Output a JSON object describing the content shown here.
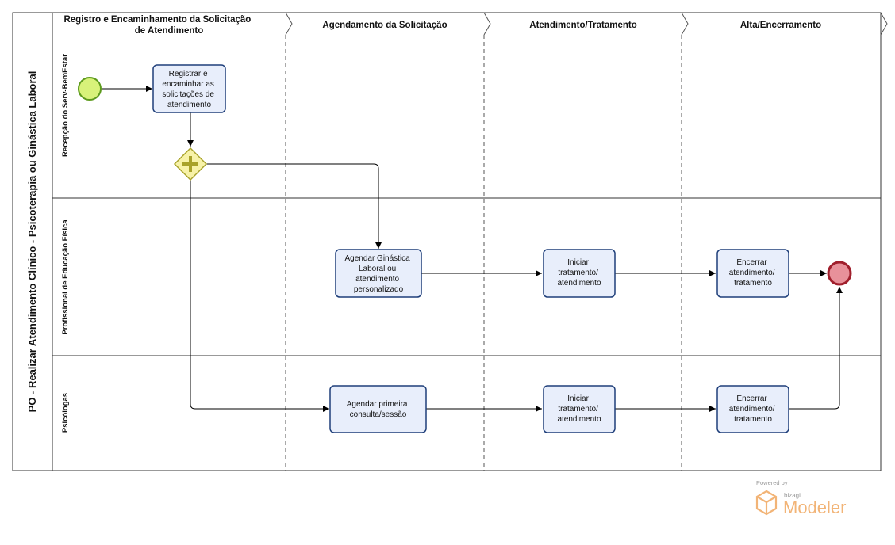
{
  "pool": {
    "title": "PO -   Realizar Atendimento Clínico - Psicoterapia ou Ginástica Laboral"
  },
  "lanes": [
    {
      "id": "recepcao",
      "label": "Recepção do Serv-BemEstar"
    },
    {
      "id": "educacao",
      "label": "Profissional de Educação Física"
    },
    {
      "id": "psicologos",
      "label": "Psicólogas"
    }
  ],
  "phases": [
    {
      "id": "registro",
      "lines": [
        "Registro e Encaminhamento da      Solicitação",
        "de Atendimento"
      ]
    },
    {
      "id": "agendamento",
      "lines": [
        "Agendamento da Solicitação"
      ]
    },
    {
      "id": "atendimento",
      "lines": [
        "Atendimento/Tratamento"
      ]
    },
    {
      "id": "alta",
      "lines": [
        "Alta/Encerramento"
      ]
    }
  ],
  "tasks": [
    {
      "id": "registrar",
      "lane": "recepcao",
      "lines": [
        "Registrar e",
        "encaminhar as",
        "solicitações de",
        "atendimento"
      ]
    },
    {
      "id": "agendar-ginastica",
      "lane": "educacao",
      "lines": [
        "Agendar Ginástica",
        "Laboral ou",
        "atendimento",
        "personalizado"
      ]
    },
    {
      "id": "iniciar-1",
      "lane": "educacao",
      "lines": [
        "Iniciar",
        "tratamento/",
        "atendimento"
      ]
    },
    {
      "id": "encerrar-1",
      "lane": "educacao",
      "lines": [
        "Encerrar",
        "atendimento/",
        "tratamento"
      ]
    },
    {
      "id": "agendar-consulta",
      "lane": "psicologos",
      "lines": [
        "Agendar primeira",
        "consulta/sessão"
      ]
    },
    {
      "id": "iniciar-2",
      "lane": "psicologos",
      "lines": [
        "Iniciar",
        "tratamento/",
        "atendimento"
      ]
    },
    {
      "id": "encerrar-2",
      "lane": "psicologos",
      "lines": [
        "Encerrar",
        "atendimento/",
        "tratamento"
      ]
    }
  ],
  "events": {
    "start": {
      "lane": "recepcao",
      "color": "#d8f27a",
      "stroke": "#5c9a1c"
    },
    "end": {
      "lane": "educacao",
      "color": "#e8919a",
      "stroke": "#a01f2c"
    }
  },
  "gateway": {
    "type": "parallel",
    "lane": "recepcao",
    "color": "#f7f2a8",
    "stroke": "#a8a22a"
  },
  "colors": {
    "task_fill": "#e8eefb",
    "task_stroke": "#1f3f7a"
  },
  "branding": {
    "powered": "Powered by",
    "brand": "bizagi",
    "product": "Modeler"
  }
}
